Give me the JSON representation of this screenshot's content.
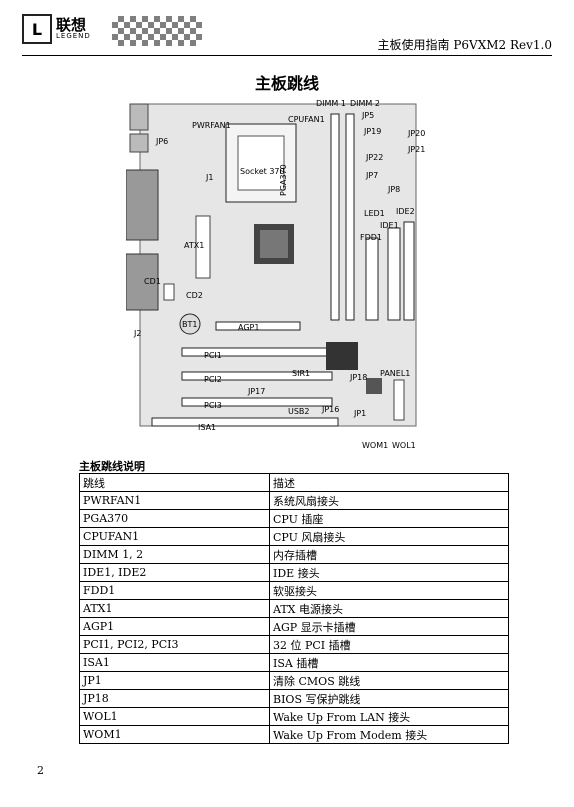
{
  "header": {
    "logo_cn": "联想",
    "logo_en": "LEGEND",
    "doc_title": "主板使用指南 P6VXM2 Rev1.0"
  },
  "page_heading": "主板跳线",
  "board_labels": {
    "pwrfan1": "PWRFAN1",
    "jp6": "JP6",
    "j1": "J1",
    "socket": "Socket 370",
    "pga370": "PGA370",
    "cpufan1": "CPUFAN1",
    "dimm1": "DIMM 1",
    "dimm2": "DIMM 2",
    "jp5": "JP5",
    "jp19": "JP19",
    "jp20": "JP20",
    "jp21": "JP21",
    "jp22": "JP22",
    "jp7": "JP7",
    "jp8": "JP8",
    "led1": "LED1",
    "ide2": "IDE2",
    "ide1": "IDE1",
    "fdd1": "FDD1",
    "atx1": "ATX1",
    "cd1": "CD1",
    "cd2": "CD2",
    "bt1": "BT1",
    "agp1": "AGP1",
    "j2": "J2",
    "pci1": "PCI1",
    "pci2": "PCI2",
    "pci3": "PCI3",
    "sir1": "SIR1",
    "jp18": "JP18",
    "panel1": "PANEL1",
    "jp17": "JP17",
    "usb2": "USB2",
    "jp16": "JP16",
    "jp1": "JP1",
    "isa1": "ISA1",
    "wom1": "WOM1",
    "wol1": "WOL1"
  },
  "section_title": "主板跳线说明",
  "table": {
    "headers": [
      "跳线",
      "描述"
    ],
    "rows": [
      [
        "PWRFAN1",
        "系统风扇接头"
      ],
      [
        "PGA370",
        "CPU 插座"
      ],
      [
        "CPUFAN1",
        "CPU 风扇接头"
      ],
      [
        "DIMM 1, 2",
        "内存插槽"
      ],
      [
        "IDE1, IDE2",
        "IDE 接头"
      ],
      [
        "FDD1",
        "软驱接头"
      ],
      [
        "ATX1",
        "ATX 电源接头"
      ],
      [
        "AGP1",
        "AGP 显示卡插槽"
      ],
      [
        "PCI1, PCI2, PCI3",
        "32 位 PCI 插槽"
      ],
      [
        "ISA1",
        "ISA 插槽"
      ],
      [
        "JP1",
        "清除 CMOS 跳线"
      ],
      [
        "JP18",
        "BIOS 写保护跳线"
      ],
      [
        "WOL1",
        "Wake Up From LAN 接头"
      ],
      [
        "WOM1",
        "Wake Up From Modem 接头"
      ]
    ]
  },
  "page_number": "2"
}
